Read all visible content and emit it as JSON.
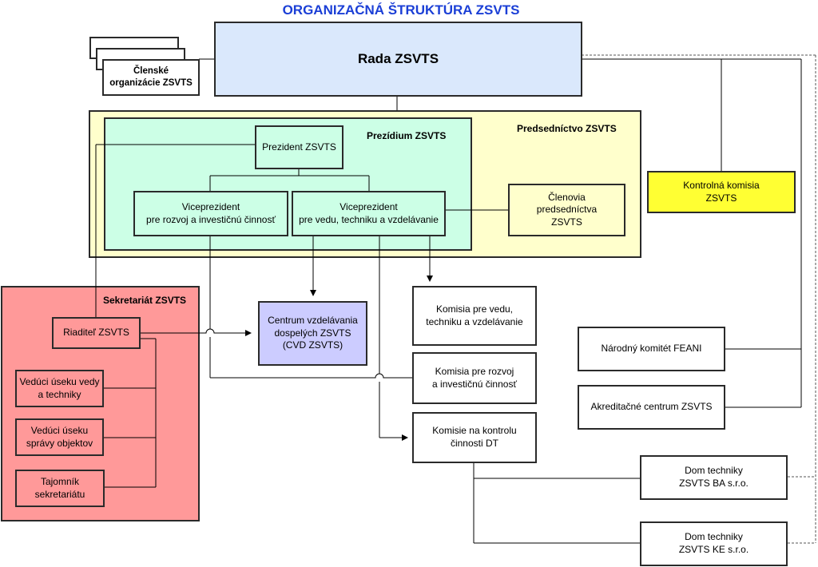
{
  "title": "ORGANIZAČNÁ ŠTRUKTÚRA ZSVTS",
  "nodes": {
    "rada": "Rada ZSVTS",
    "clenske": "Členské\norganizácie ZSVTS",
    "predsednictvo": "Predsedníctvo ZSVTS",
    "prezidium": "Prezídium ZSVTS",
    "prezident": "Prezident ZSVTS",
    "vp_rozvoj": "Viceprezident\npre rozvoj a investičnú činnosť",
    "vp_veda": "Viceprezident\npre vedu, techniku a vzdelávanie",
    "clenovia": "Členovia\npredsedníctva\nZSVTS",
    "kontrolna": "Kontrolná komisia\nZSVTS",
    "sekretariat": "Sekretariát ZSVTS",
    "riaditel": "Riaditeľ ZSVTS",
    "veduci_veda": "Vedúci úseku vedy\na techniky",
    "veduci_sprava": "Vedúci úseku\nsprávy objektov",
    "tajomnik": "Tajomník\nsekretariátu",
    "cvd": "Centrum vzdelávania\ndospelých ZSVTS\n(CVD ZSVTS)",
    "kom_veda": "Komisia pre vedu,\ntechniku a vzdelávanie",
    "kom_rozvoj": "Komisia pre rozvoj\na investičnú činnosť",
    "kom_kontrola": "Komisie na kontrolu\nčinnosti DT",
    "feani": "Národný komitét FEANI",
    "akred": "Akreditačné centrum ZSVTS",
    "dom_ba": "Dom techniky\nZSVTS BA s.r.o.",
    "dom_ke": "Dom techniky\nZSVTS KE s.r.o."
  },
  "colors": {
    "title": "#1b3fd6",
    "rada_fill": "#dae8fc",
    "predsednictvo_fill": "#ffffcc",
    "prezidium_fill": "#ccffe6",
    "kontrolna_fill": "#ffff33",
    "sekretariat_fill": "#ff9999",
    "cvd_fill": "#ccccff"
  }
}
